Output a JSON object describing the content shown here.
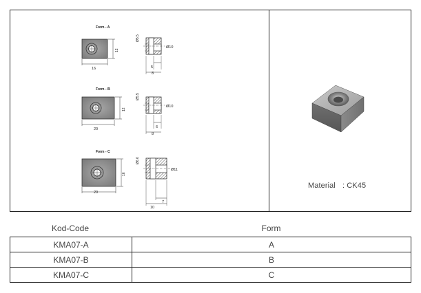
{
  "forms": [
    {
      "title": "Form - A",
      "width_dim": "16",
      "height_dim": "12",
      "hole_dim": "Ø5.5",
      "outer_dim": "Ø10",
      "depth_inner": "5",
      "depth_total": "8"
    },
    {
      "title": "Form - B",
      "width_dim": "20",
      "height_dim": "12",
      "hole_dim": "Ø5.5",
      "outer_dim": "Ø10",
      "depth_inner": "6",
      "depth_total": "8"
    },
    {
      "title": "Form - C",
      "width_dim": "20",
      "height_dim": "16",
      "hole_dim": "Ø6.6",
      "outer_dim": "Ø11",
      "depth_inner": "7",
      "depth_total": "10"
    }
  ],
  "material": {
    "label": "Material",
    "value": ": CK45"
  },
  "table": {
    "headers": [
      "Kod-Code",
      "Form"
    ],
    "rows": [
      [
        "KMA07-A",
        "A"
      ],
      [
        "KMA07-B",
        "B"
      ],
      [
        "KMA07-C",
        "C"
      ]
    ]
  },
  "colors": {
    "line": "#222222",
    "block_fill": "#8e8e8e",
    "hatch": "#555555"
  }
}
